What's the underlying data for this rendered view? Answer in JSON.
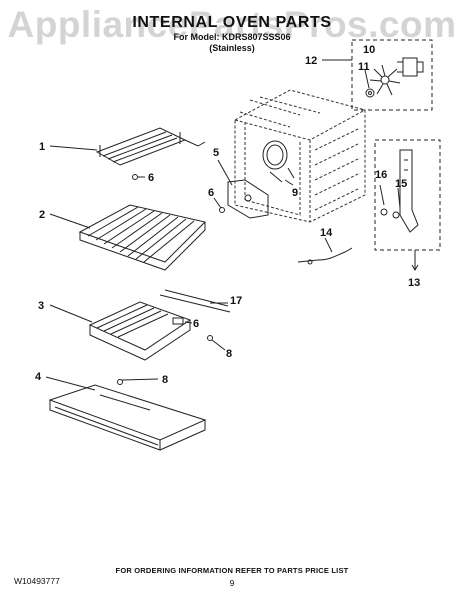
{
  "watermark": "AppliancePartsPros.com",
  "header": {
    "title": "INTERNAL OVEN PARTS",
    "model_prefix": "For Model:",
    "model": "KDRS807SSS06",
    "finish": "(Stainless)"
  },
  "callouts": [
    "1",
    "2",
    "3",
    "4",
    "5",
    "6",
    "6",
    "6",
    "8",
    "8",
    "9",
    "10",
    "11",
    "12",
    "13",
    "14",
    "15",
    "16",
    "17"
  ],
  "footer": {
    "instruction": "FOR ORDERING INFORMATION REFER TO PARTS PRICE LIST",
    "part_number": "W10493777",
    "page": "9"
  }
}
